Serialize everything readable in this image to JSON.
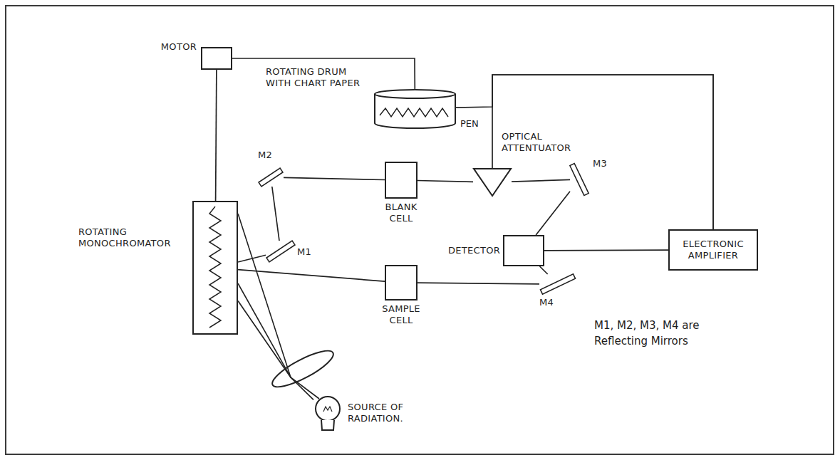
{
  "diagram": {
    "nodes": [
      {
        "text": [
          "MOTOR"
        ]
      },
      {
        "text": [
          "ROTATING DRUM WITH CHART PAPER"
        ]
      },
      {
        "text": [
          "M2"
        ]
      },
      {
        "text": [
          "BLANK CELL"
        ]
      },
      {
        "text": [
          "OPTICAL ATTENTUATOR"
        ]
      },
      {
        "text": [
          "M3"
        ]
      },
      {
        "text": [
          "ROTATING MONOCHROMATOR"
        ]
      },
      {
        "text": [
          "M1"
        ]
      },
      {
        "text": [
          "DETECTOR"
        ]
      },
      {
        "text": [
          "ELECTRONIC AMPLIFIER"
        ]
      },
      {
        "text": [
          "SAMPLE CELL"
        ]
      },
      {
        "text": [
          "M4"
        ]
      },
      {
        "text": [
          "SOURCE OF RADIATION."
        ]
      }
    ],
    "edges": [
      {
        "from": 0,
        "to": 6,
        "arrow": "none"
      },
      {
        "from": 0,
        "to": 1,
        "arrow": "none"
      },
      {
        "from": 6,
        "to": 7,
        "arrow": "none"
      },
      {
        "from": 7,
        "to": 2,
        "arrow": "none"
      },
      {
        "from": 2,
        "to": 3,
        "arrow": "none"
      },
      {
        "from": 3,
        "to": 4,
        "arrow": "none"
      },
      {
        "from": 4,
        "to": 5,
        "arrow": "none"
      },
      {
        "from": 5,
        "to": 8,
        "arrow": "none"
      },
      {
        "from": 6,
        "to": 10,
        "arrow": "none"
      },
      {
        "from": 10,
        "to": 11,
        "arrow": "none"
      },
      {
        "from": 11,
        "to": 8,
        "arrow": "none"
      },
      {
        "from": 8,
        "to": 9,
        "arrow": "none"
      },
      {
        "from": 9,
        "to": 4,
        "arrow": "none"
      },
      {
        "from": 9,
        "to": 1,
        "arrow": "none"
      },
      {
        "from": 12,
        "to": 6,
        "arrow": "none"
      }
    ],
    "labels": [
      "PEN",
      "M1, M2, M3, M4 are Reflecting Mirrors"
    ]
  }
}
